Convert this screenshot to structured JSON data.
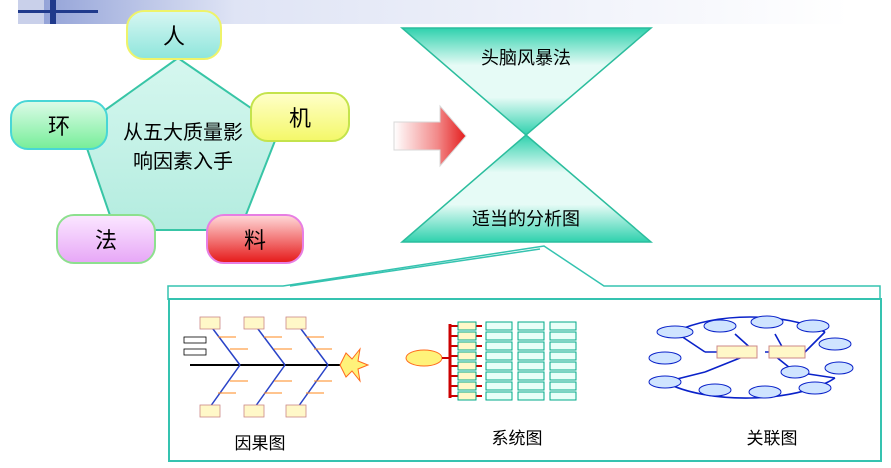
{
  "factors": {
    "center": "从五大质量影响因素入手",
    "ren": "人",
    "ji": "机",
    "liao": "料",
    "fa": "法",
    "huan": "环"
  },
  "methods": {
    "top": "头脑风暴法",
    "bottom": "适当的分析图"
  },
  "charts": {
    "fishbone": "因果图",
    "tree": "系统图",
    "relation": "关联图"
  }
}
